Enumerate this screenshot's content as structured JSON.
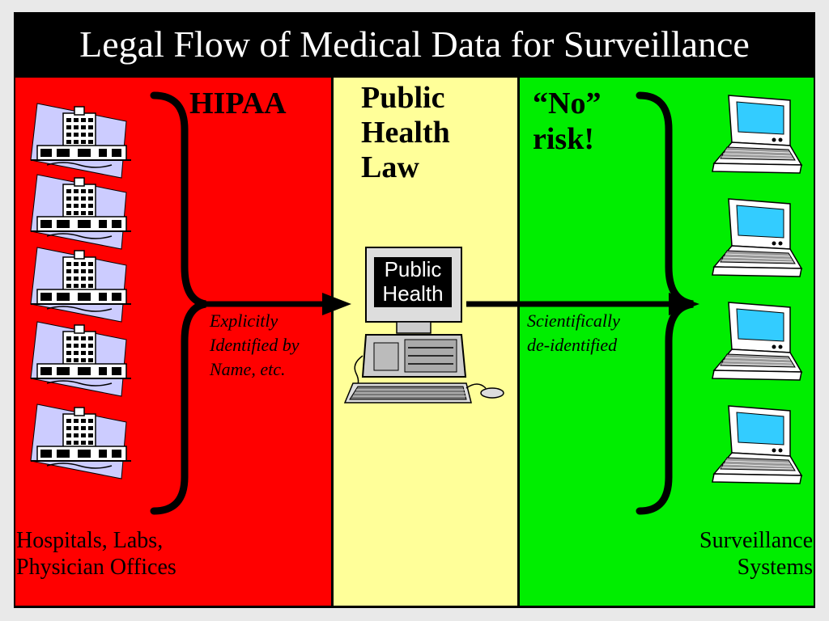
{
  "title": "Legal Flow of Medical Data for Surveillance",
  "panels": {
    "left": {
      "heading": "HIPAA",
      "arrow_label": [
        "Explicitly",
        "Identified by",
        "Name, etc."
      ],
      "footer": [
        "Hospitals, Labs,",
        "Physician Offices"
      ]
    },
    "middle": {
      "heading": [
        "Public",
        "Health",
        "Law"
      ],
      "computer_label": [
        "Public",
        "Health"
      ]
    },
    "right": {
      "heading": [
        "“No”",
        "risk!"
      ],
      "arrow_label": [
        "Scientifically",
        "de-identified"
      ],
      "footer": [
        "Surveillance",
        "Systems"
      ]
    }
  },
  "colors": {
    "left_panel": "#ff0000",
    "middle_panel": "#ffff99",
    "right_panel": "#00ee00",
    "title_bar": "#000000",
    "laptop_screen": "#33ccff"
  },
  "icons": {
    "left": [
      "hospital-icon",
      "hospital-icon",
      "hospital-icon",
      "hospital-icon",
      "hospital-icon"
    ],
    "middle": "desktop-computer-icon",
    "right": [
      "laptop-icon",
      "laptop-icon",
      "laptop-icon",
      "laptop-icon"
    ]
  }
}
